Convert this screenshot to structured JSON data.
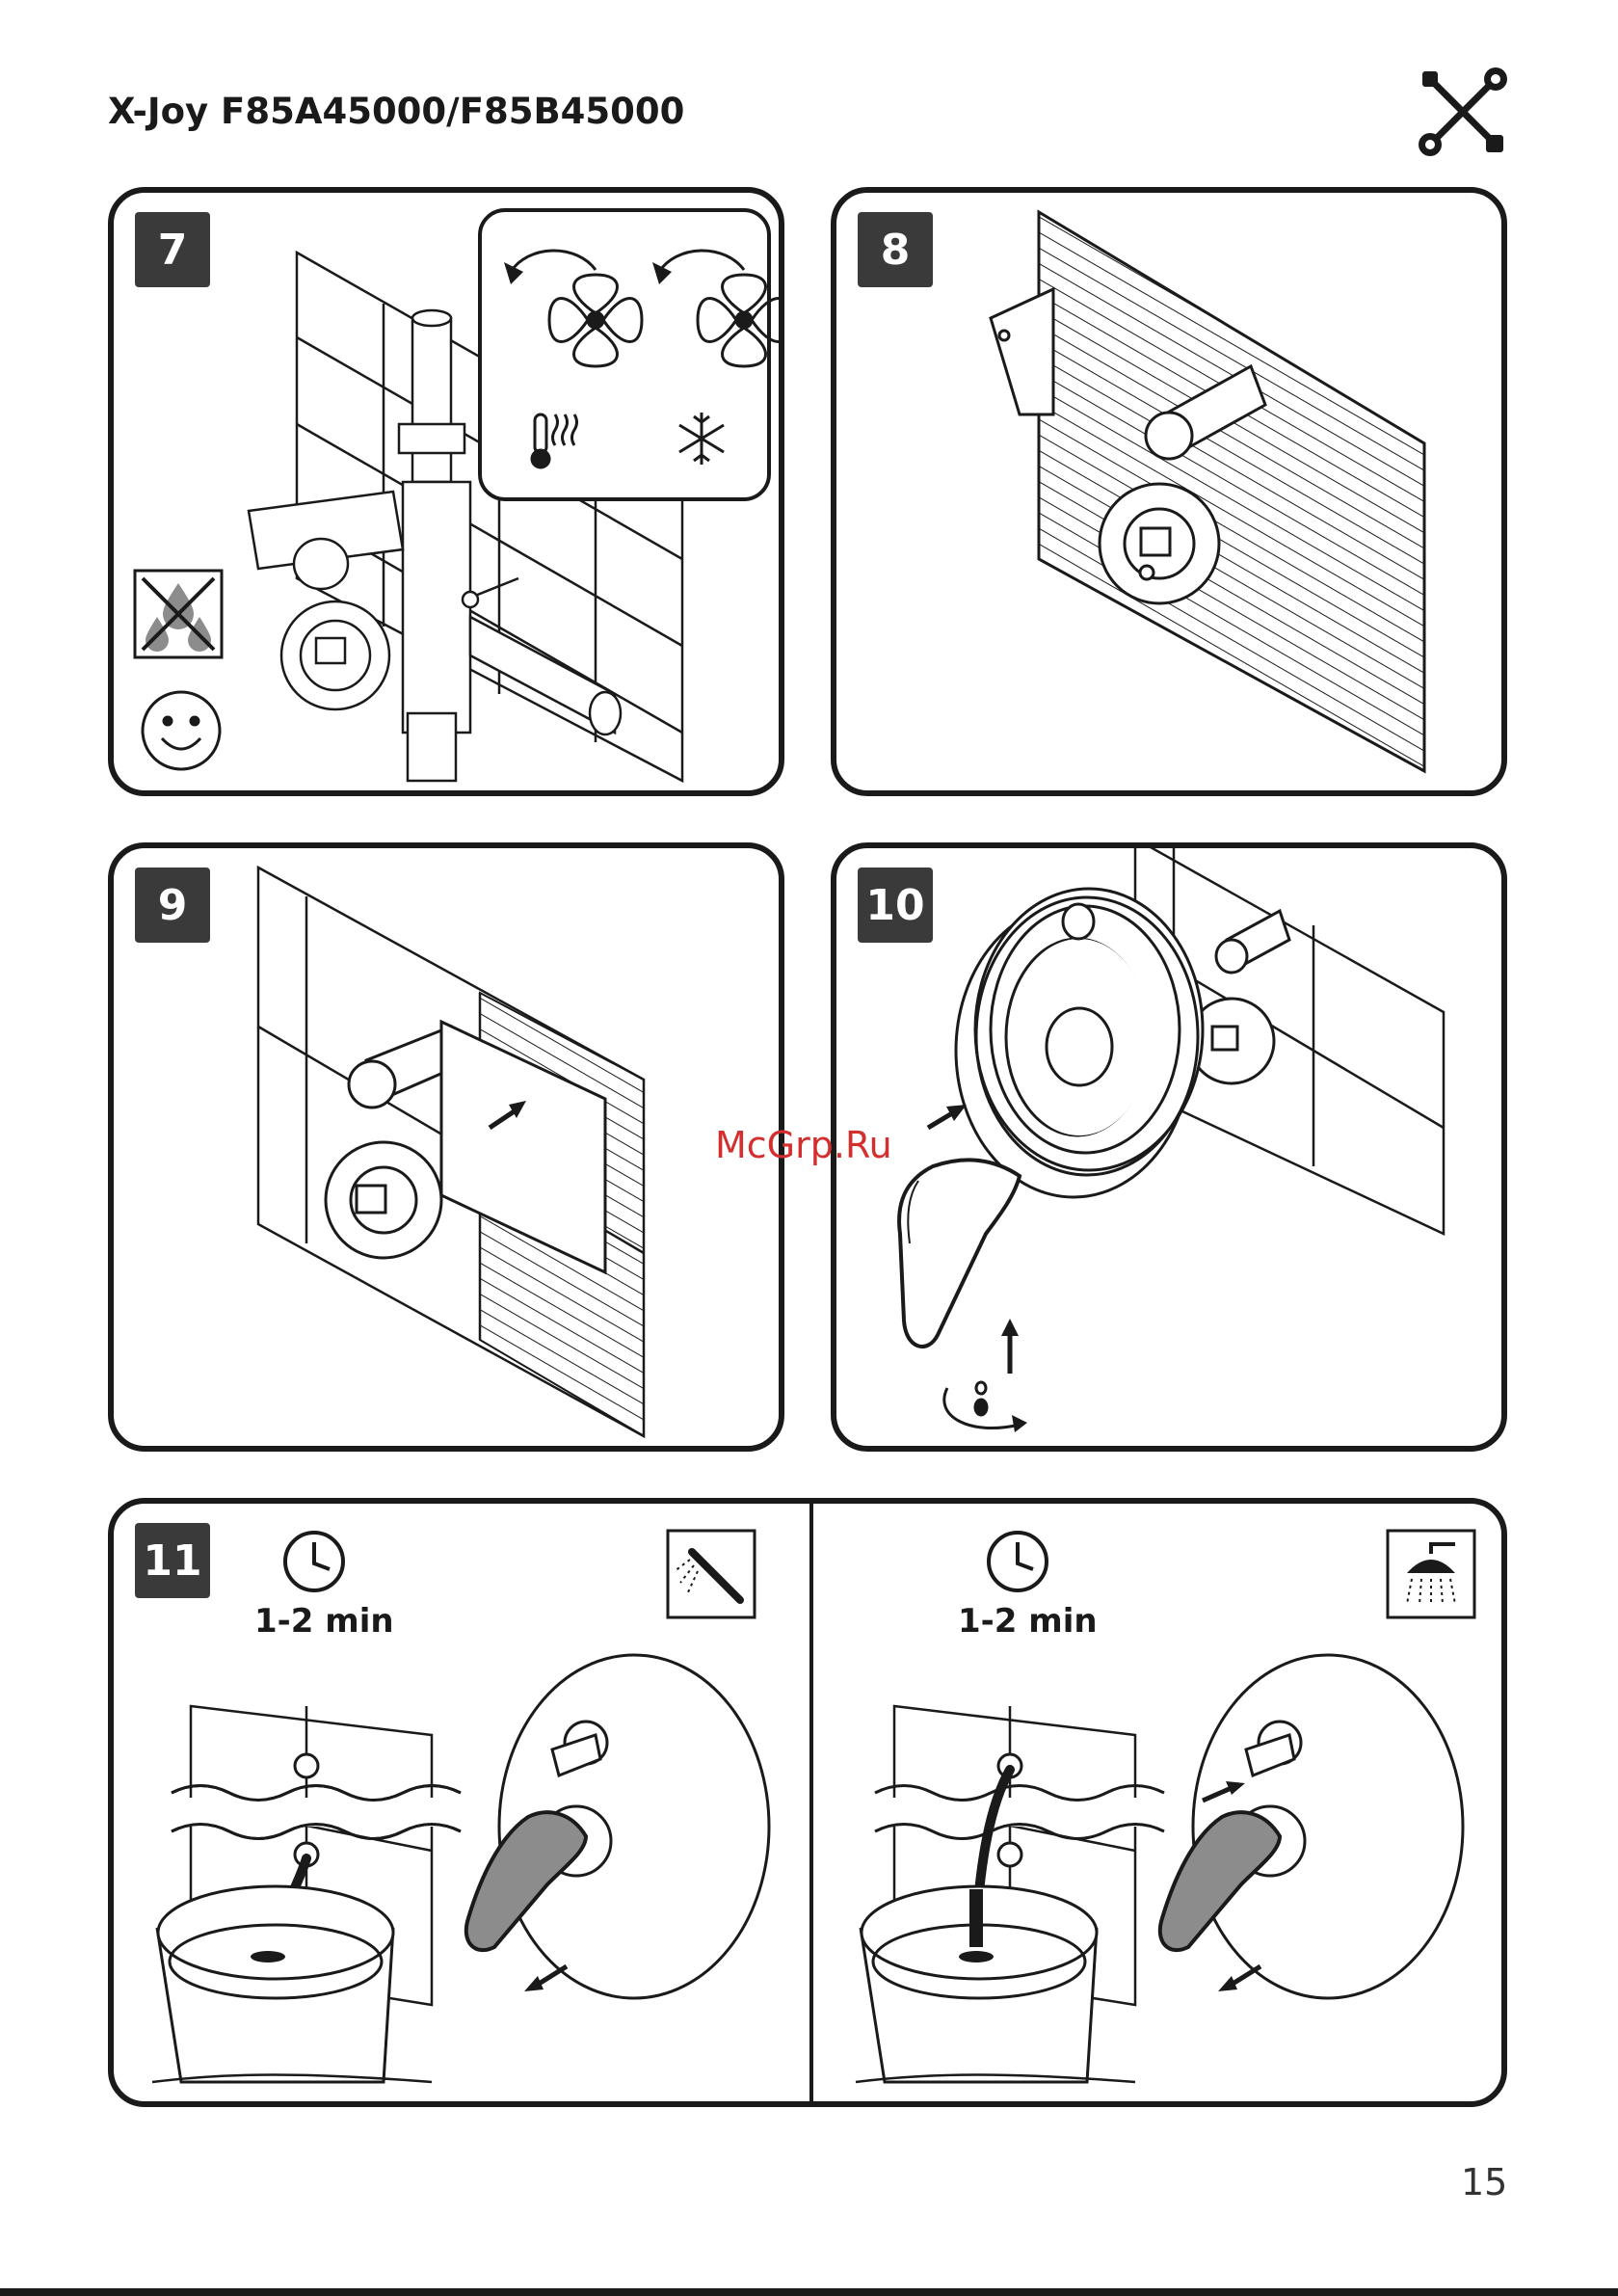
{
  "header": {
    "title": "X-Joy F85A45000/F85B45000"
  },
  "icons": {
    "header": "tools-icon",
    "no_water": "no-water-drops-icon",
    "smiley": "smiley-icon",
    "hot": "thermometer-heat-icon",
    "cold": "snowflake-icon",
    "hand_shower": "hand-shower-icon",
    "overhead_shower": "overhead-shower-icon",
    "clock": "clock-icon"
  },
  "steps": {
    "s7": {
      "number": "7"
    },
    "s8": {
      "number": "8"
    },
    "s9": {
      "number": "9"
    },
    "s10": {
      "number": "10"
    },
    "s11": {
      "number": "11",
      "left_time": "1-2 min",
      "right_time": "1-2 min"
    }
  },
  "watermark": "McGrp.Ru",
  "footer": {
    "page_number": "15"
  },
  "colors": {
    "ink": "#1a1a1a",
    "badge": "#3a3a3a",
    "handle_fill": "#8c8c8c",
    "watermark": "#d32f2f"
  }
}
